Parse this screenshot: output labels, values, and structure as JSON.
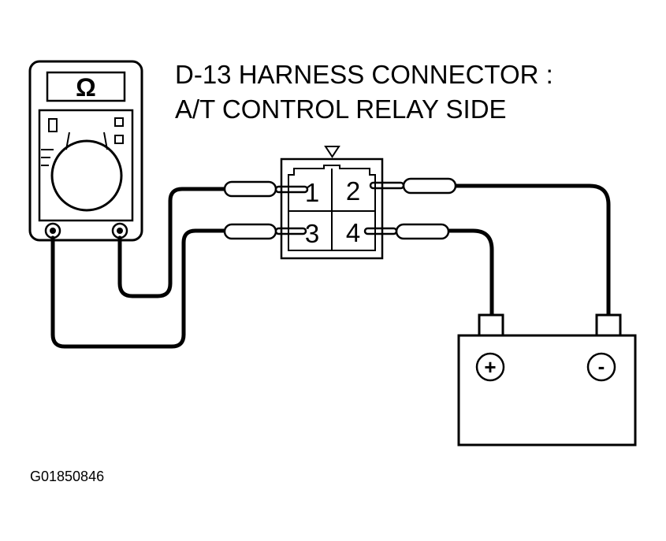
{
  "title": {
    "line1": "D-13 HARNESS CONNECTOR :",
    "line2": "A/T CONTROL RELAY SIDE"
  },
  "meter": {
    "display_symbol": "Ω",
    "icon": "ohmmeter-icon"
  },
  "connector": {
    "pins": [
      "1",
      "2",
      "3",
      "4"
    ]
  },
  "battery": {
    "positive_label": "+",
    "negative_label": "-"
  },
  "figure_id": "G01850846",
  "colors": {
    "line": "#000000",
    "background": "#ffffff"
  }
}
